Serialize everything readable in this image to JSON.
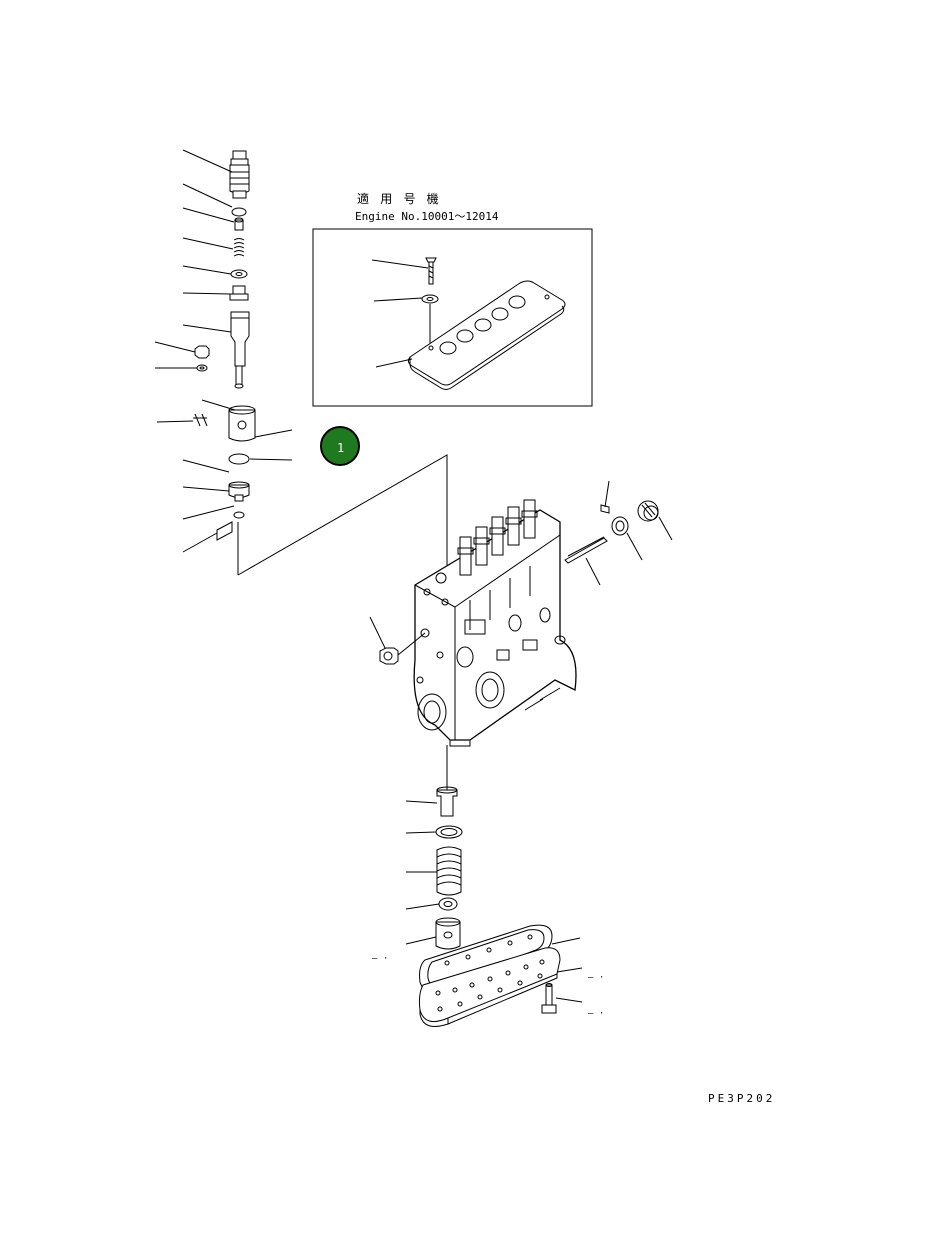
{
  "inset": {
    "title_jp": "適 用 号 機",
    "title_en": "Engine No.10001〜12014"
  },
  "callout": {
    "label": "1",
    "fill": "#1f7a1f",
    "ring": "#000000"
  },
  "dash_labels": {
    "left_bottom": "– ·",
    "right_gasket": "– ·",
    "right_bolt": "– ·"
  },
  "drawing_code": "PE3P202"
}
